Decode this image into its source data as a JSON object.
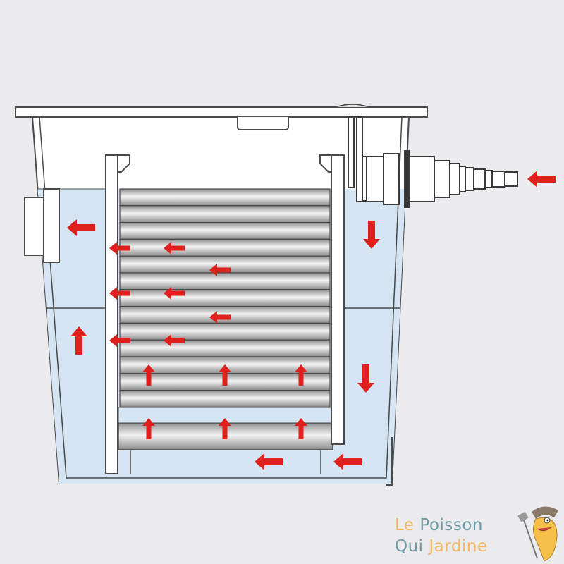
{
  "logo": {
    "line1": {
      "word1": "Le",
      "word2": "Poisson"
    },
    "line2": {
      "word1": "Qui",
      "word2": "Jardine"
    }
  },
  "colors": {
    "background": "#ebebed",
    "water": "#d5e5f3",
    "arrow": "#e0201c",
    "outline": "#4a4a4a",
    "logo_orange": "#f0b860",
    "logo_teal": "#6e9aa6"
  },
  "flow_arrows": [
    {
      "direction": "left",
      "size": "large"
    },
    {
      "direction": "left",
      "size": "small"
    },
    {
      "direction": "left",
      "size": "small"
    },
    {
      "direction": "left",
      "size": "small"
    },
    {
      "direction": "left",
      "size": "small"
    },
    {
      "direction": "left",
      "size": "small"
    },
    {
      "direction": "left",
      "size": "small"
    },
    {
      "direction": "left",
      "size": "small"
    },
    {
      "direction": "left",
      "size": "small"
    },
    {
      "direction": "left",
      "size": "large"
    },
    {
      "direction": "left",
      "size": "large"
    },
    {
      "direction": "left",
      "size": "large"
    },
    {
      "direction": "up",
      "size": "large"
    },
    {
      "direction": "up",
      "size": "small"
    },
    {
      "direction": "up",
      "size": "small"
    },
    {
      "direction": "up",
      "size": "small"
    },
    {
      "direction": "up",
      "size": "small"
    },
    {
      "direction": "up",
      "size": "small"
    },
    {
      "direction": "up",
      "size": "small"
    },
    {
      "direction": "down",
      "size": "large"
    },
    {
      "direction": "down",
      "size": "large"
    }
  ]
}
